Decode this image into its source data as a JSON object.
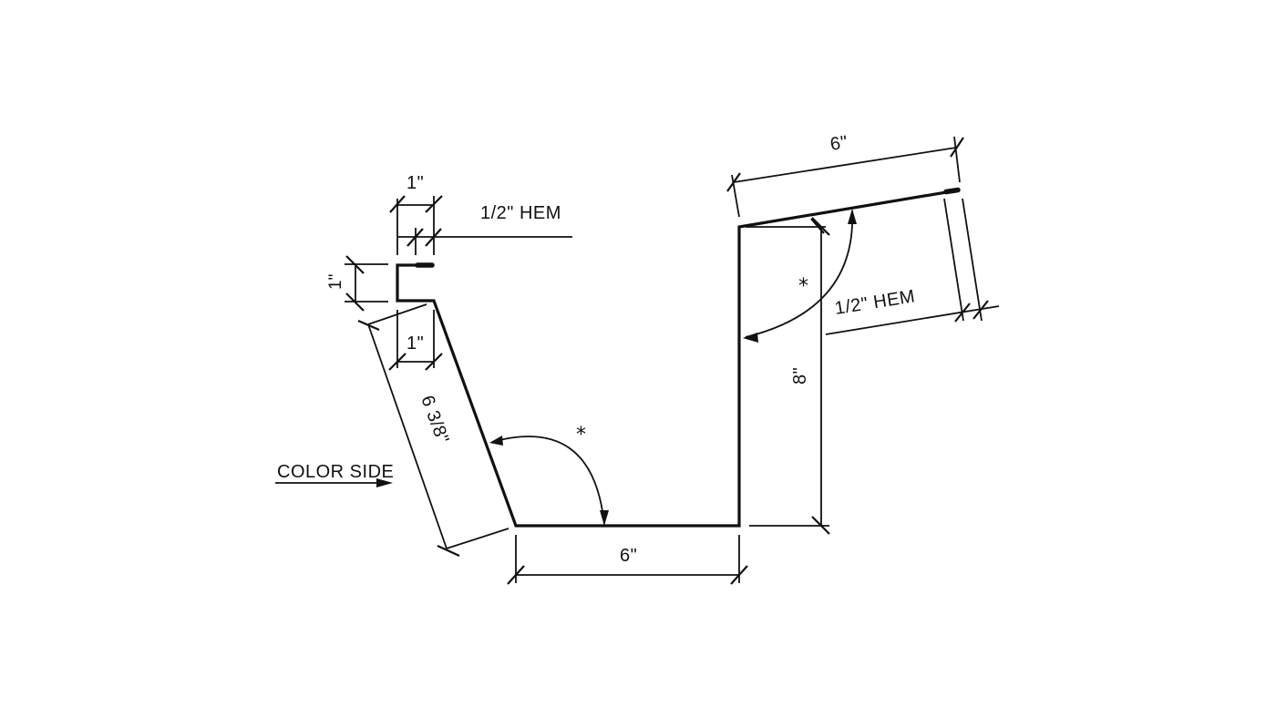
{
  "drawing": {
    "title": "Gutter flashing profile",
    "background": "#ffffff",
    "ink": "#111111"
  },
  "labels": {
    "left_hem_width": "1\"",
    "left_hem_note": "1/2\" HEM",
    "left_lip_height": "1\"",
    "left_lip_offset": "1\"",
    "left_slope_length": "6 3/8\"",
    "bottom_width": "6\"",
    "right_wall_height": "8\"",
    "top_flange_length": "6\"",
    "right_hem_note": "1/2\" HEM",
    "angle_mark_left": "*",
    "angle_mark_right": "*",
    "color_side": "COLOR SIDE"
  },
  "profile": {
    "points": [
      [
        474,
        291
      ],
      [
        436,
        291
      ],
      [
        436,
        330
      ],
      [
        476,
        330
      ],
      [
        566,
        577
      ],
      [
        811,
        577
      ],
      [
        811,
        249
      ],
      [
        1050,
        209
      ]
    ],
    "left_hem": [
      [
        458,
        291
      ],
      [
        474,
        291
      ]
    ],
    "right_hem": [
      [
        1036,
        211
      ],
      [
        1052,
        208
      ]
    ]
  }
}
